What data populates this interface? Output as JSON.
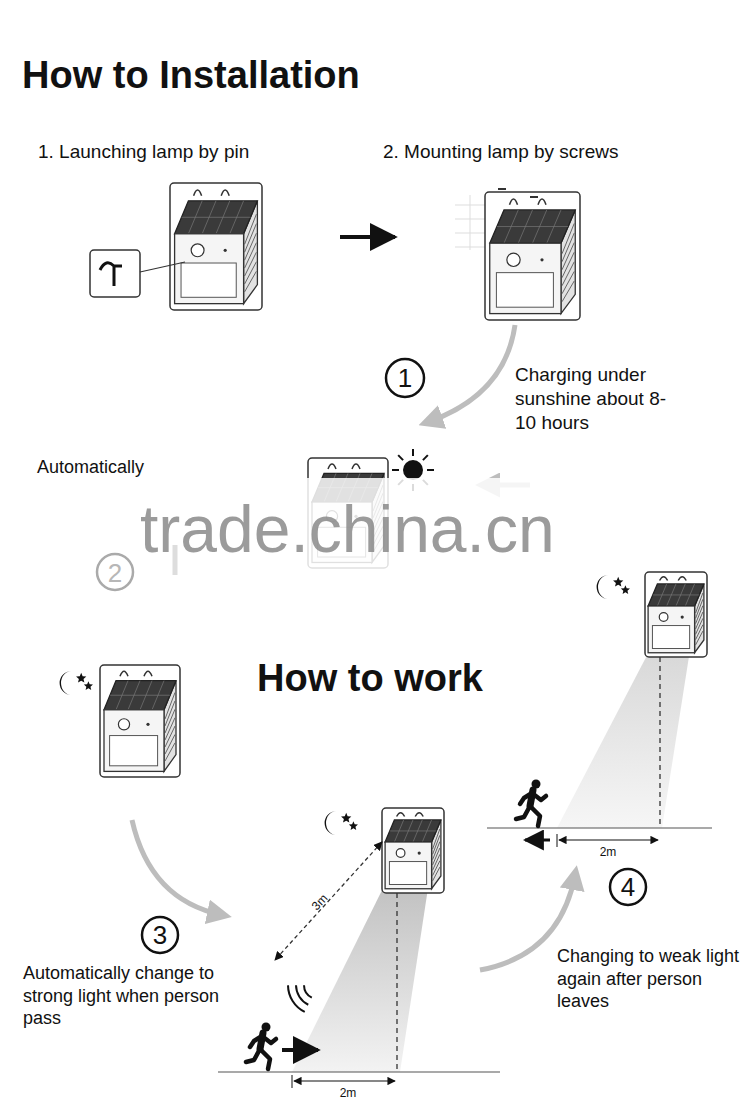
{
  "diagram": {
    "title": "How to Installation",
    "labels": [
      "1. Launching lamp by pin",
      "2. Mounting lamp by screws",
      "1",
      "Charging under sunshine about 8-10 hours",
      "Automatically",
      "2",
      "trade.china.cn",
      "How to work",
      "3",
      "Automatically change to strong light when person pass",
      "3m",
      "2m",
      "4",
      "Changing to weak light again after person leaves",
      "2m"
    ]
  }
}
